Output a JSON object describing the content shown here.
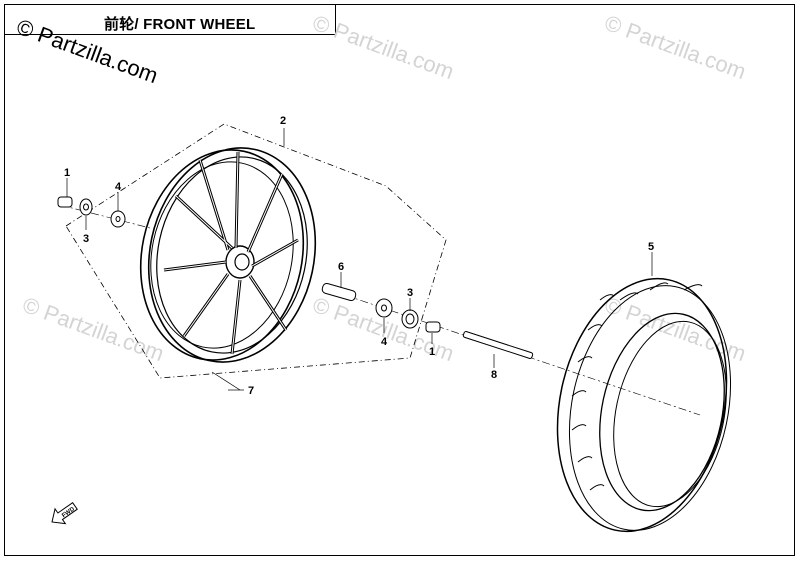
{
  "title": "前轮/ FRONT WHEEL",
  "watermark": "Partzilla.com",
  "watermark_symbol": "©",
  "callouts": {
    "c1a": "1",
    "c2": "2",
    "c3a": "3",
    "c4a": "4",
    "c6": "6",
    "c4b": "4",
    "c3b": "3",
    "c1b": "1",
    "c8": "8",
    "c5": "5",
    "c7": "7"
  },
  "fwd_label": "FWD"
}
